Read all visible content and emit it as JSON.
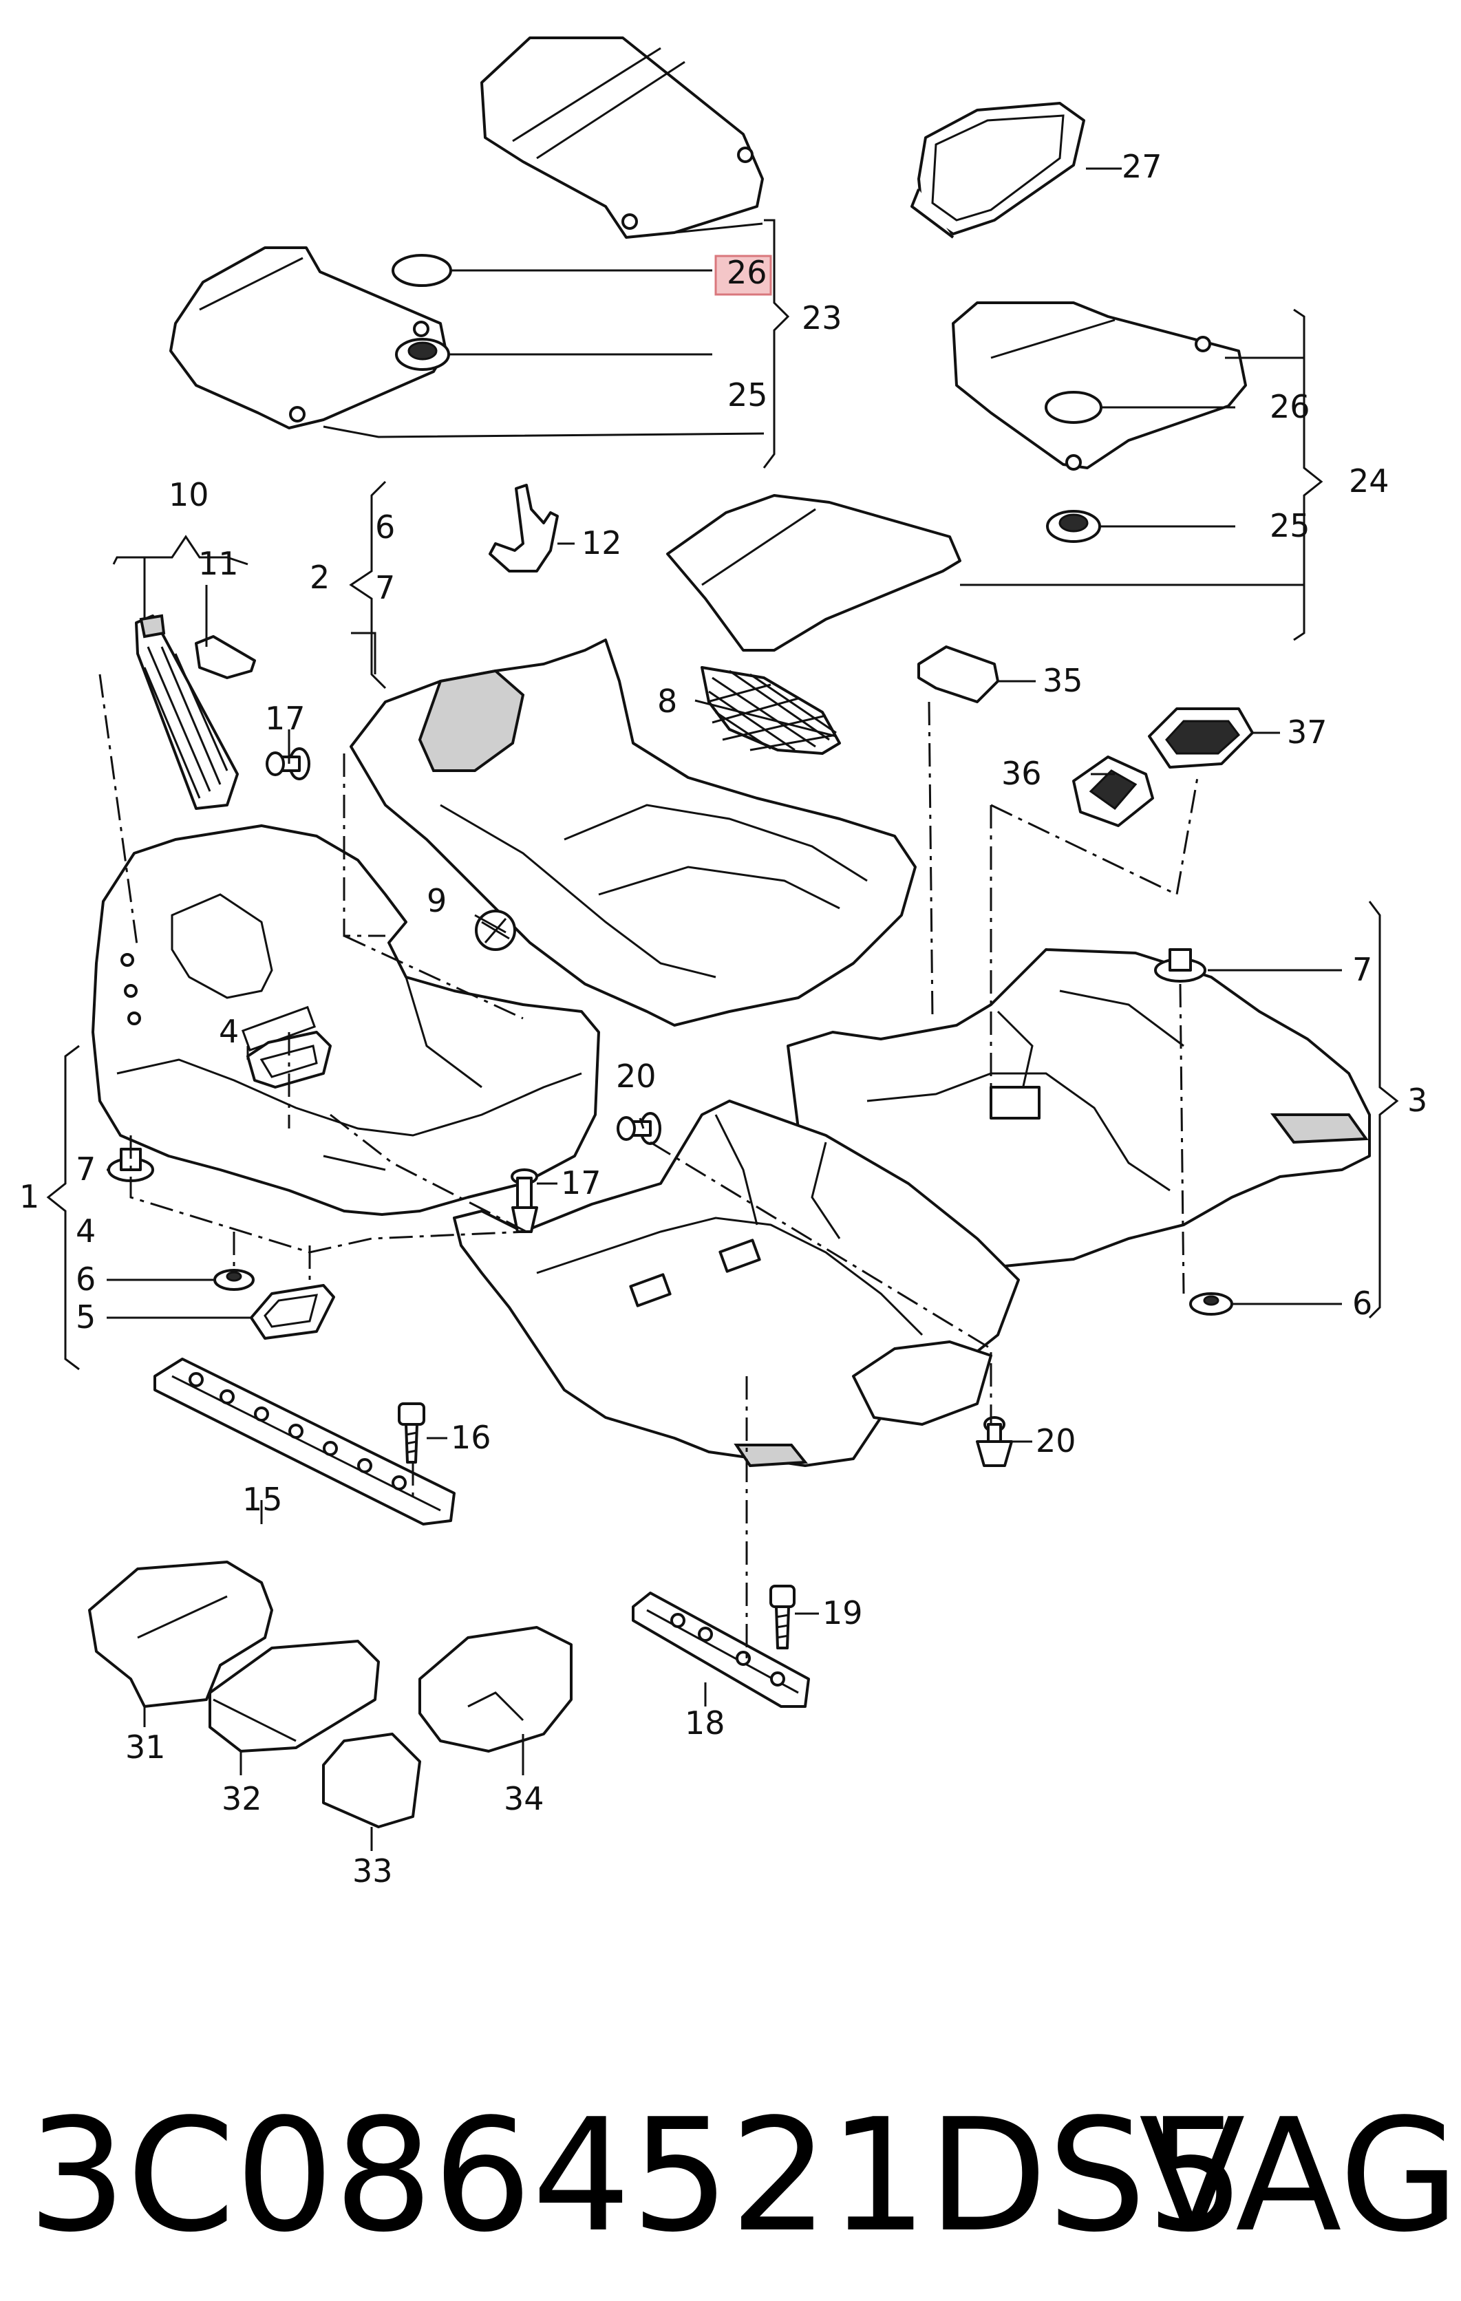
{
  "callouts": {
    "c1": "1",
    "c2": "2",
    "c3": "3",
    "c4a": "4",
    "c4b": "4",
    "c5": "5",
    "c6a": "6",
    "c6b": "6",
    "c6c": "6",
    "c7a": "7",
    "c7b": "7",
    "c7c": "7",
    "c8": "8",
    "c9": "9",
    "c10": "10",
    "c11": "11",
    "c12": "12",
    "c15": "15",
    "c16": "16",
    "c17a": "17",
    "c17b": "17",
    "c18": "18",
    "c19": "19",
    "c20a": "20",
    "c20b": "20",
    "c23": "23",
    "c24": "24",
    "c25a": "25",
    "c25b": "25",
    "c26a": "26",
    "c26b": "26",
    "c27": "27",
    "c31": "31",
    "c32": "32",
    "c33": "33",
    "c34": "34",
    "c35": "35",
    "c36": "36",
    "c37": "37"
  },
  "footer": {
    "part_number": "3C0864521DS5",
    "brand": "VAG"
  },
  "colors": {
    "highlight_fill": "#f4c6c8",
    "highlight_border": "#d9777c",
    "line": "#111111"
  }
}
